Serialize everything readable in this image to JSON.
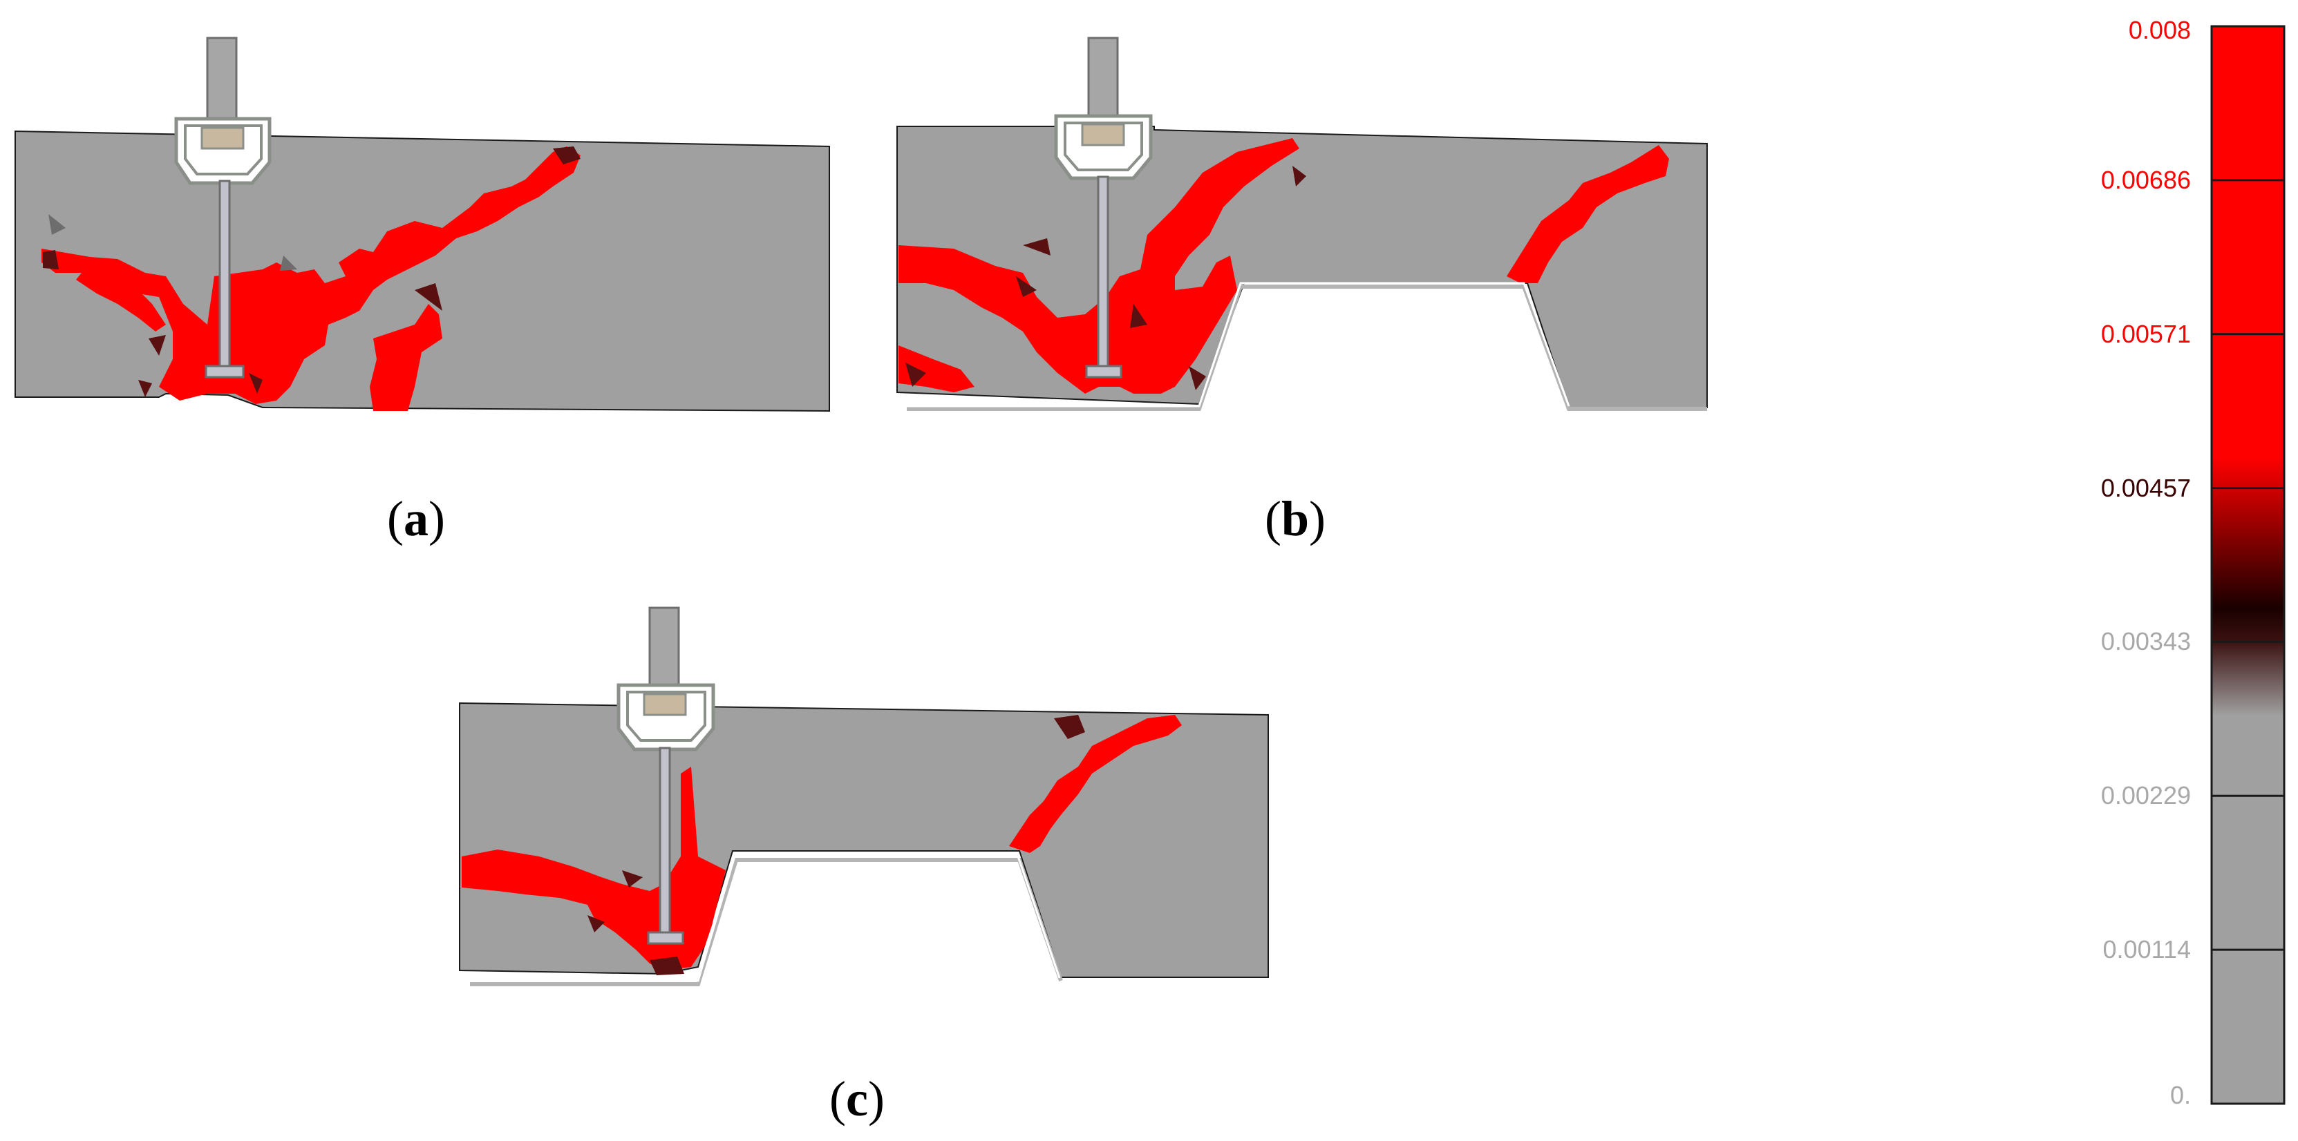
{
  "captions": {
    "a": "a",
    "b": "b",
    "c": "c"
  },
  "colorbar": {
    "ticks": [
      "0.008",
      "0.00686",
      "0.00571",
      "0.00457",
      "0.00343",
      "0.00229",
      "0.00114",
      "0."
    ],
    "tick_colors": [
      "#ff0000",
      "#ff0000",
      "#ff0000",
      "#3a0000",
      "#a8a8a8",
      "#a8a8a8",
      "#a8a8a8",
      "#a8a8a8"
    ],
    "colors": {
      "high": "#ff0000",
      "mid": "#1a0000",
      "low": "#a0a0a0"
    }
  },
  "colors": {
    "concrete": "#a0a0a0",
    "crack": "#ff0000",
    "crack_dark": "#5a1010",
    "anchor": "#a6a6a6",
    "outline": "#1a1a1a"
  }
}
